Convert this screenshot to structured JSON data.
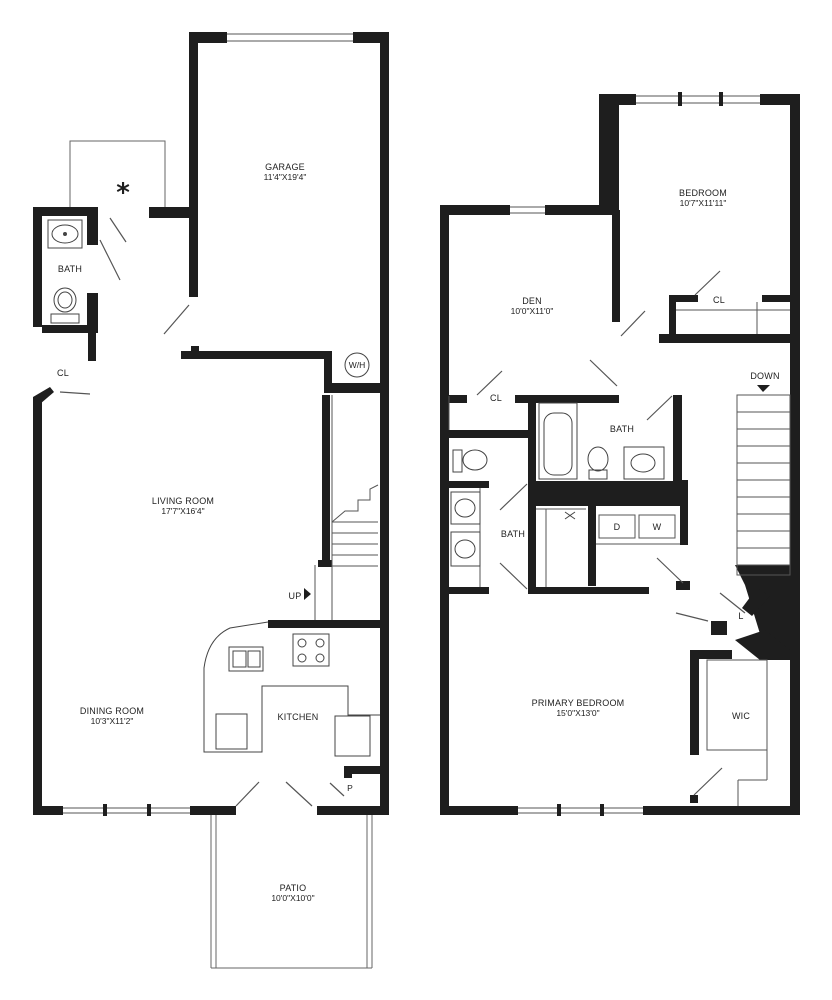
{
  "colors": {
    "wall": "#1e1e1e",
    "thin_line": "#555555",
    "fixture_line": "#444444",
    "background": "#ffffff"
  },
  "rooms": {
    "garage": {
      "name": "GARAGE",
      "dims": "11'4\"X19'4\""
    },
    "bath_first": {
      "name": "BATH"
    },
    "cl_first": {
      "name": "CL"
    },
    "wh": {
      "name": "W/H"
    },
    "living": {
      "name": "LIVING ROOM",
      "dims": "17'7\"X16'4\""
    },
    "up": {
      "name": "UP"
    },
    "dining": {
      "name": "DINING ROOM",
      "dims": "10'3\"X11'2\""
    },
    "kitchen": {
      "name": "KITCHEN"
    },
    "pantry": {
      "name": "P"
    },
    "patio": {
      "name": "PATIO",
      "dims": "10'0\"X10'0\""
    },
    "bedroom": {
      "name": "BEDROOM",
      "dims": "10'7\"X11'11\""
    },
    "cl_bedroom": {
      "name": "CL"
    },
    "den": {
      "name": "DEN",
      "dims": "10'0\"X11'0\""
    },
    "down": {
      "name": "DOWN"
    },
    "cl_den": {
      "name": "CL"
    },
    "bath_hall": {
      "name": "BATH"
    },
    "bath_primary": {
      "name": "BATH"
    },
    "dryer": {
      "name": "D"
    },
    "washer": {
      "name": "W"
    },
    "linen": {
      "name": "L"
    },
    "primary": {
      "name": "PRIMARY BEDROOM",
      "dims": "15'0\"X13'0\""
    },
    "wic": {
      "name": "WIC"
    }
  },
  "symbols": {
    "asterisk": "*"
  }
}
